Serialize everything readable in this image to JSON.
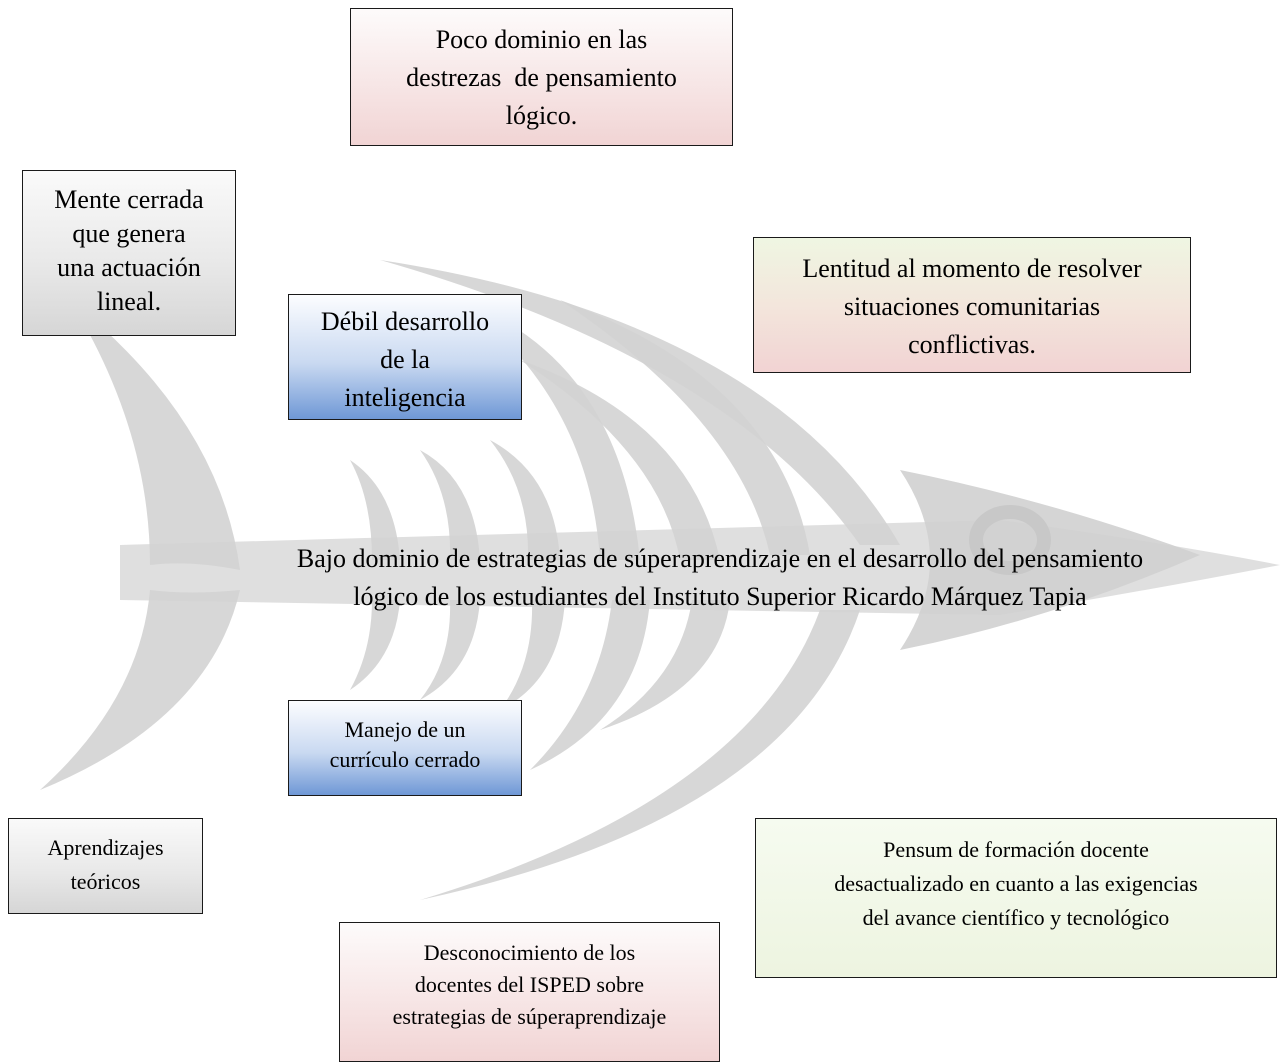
{
  "diagram": {
    "main_problem": {
      "line1": "Bajo dominio de estrategias de súperaprendizaje en el desarrollo del pensamiento",
      "line2": "lógico de los estudiantes del Instituto Superior Ricardo Márquez Tapia"
    },
    "causes": {
      "poco_dominio": [
        "Poco dominio en las",
        "destrezas  de pensamiento",
        "lógico."
      ],
      "mente_cerrada": [
        "Mente cerrada",
        "que genera",
        "una actuación",
        "lineal."
      ],
      "debil_desarrollo": [
        "Débil desarrollo",
        "de la",
        "inteligencia"
      ],
      "lentitud": [
        "Lentitud al momento de resolver",
        "situaciones comunitarias",
        "conflictivas."
      ],
      "manejo_curriculo": [
        "Manejo de un",
        "currículo cerrado"
      ],
      "aprendizajes": [
        "Aprendizajes",
        "teóricos"
      ],
      "pensum": [
        "Pensum de formación docente",
        "desactualizado en cuanto a las exigencias",
        "del avance científico y tecnológico"
      ],
      "desconocimiento": [
        "Desconocimiento de los",
        "docentes del ISPED sobre",
        "estrategias de súperaprendizaje"
      ]
    },
    "colors": {
      "fish_watermark": "#d3d3d3",
      "border": "#1a1a1a"
    }
  }
}
